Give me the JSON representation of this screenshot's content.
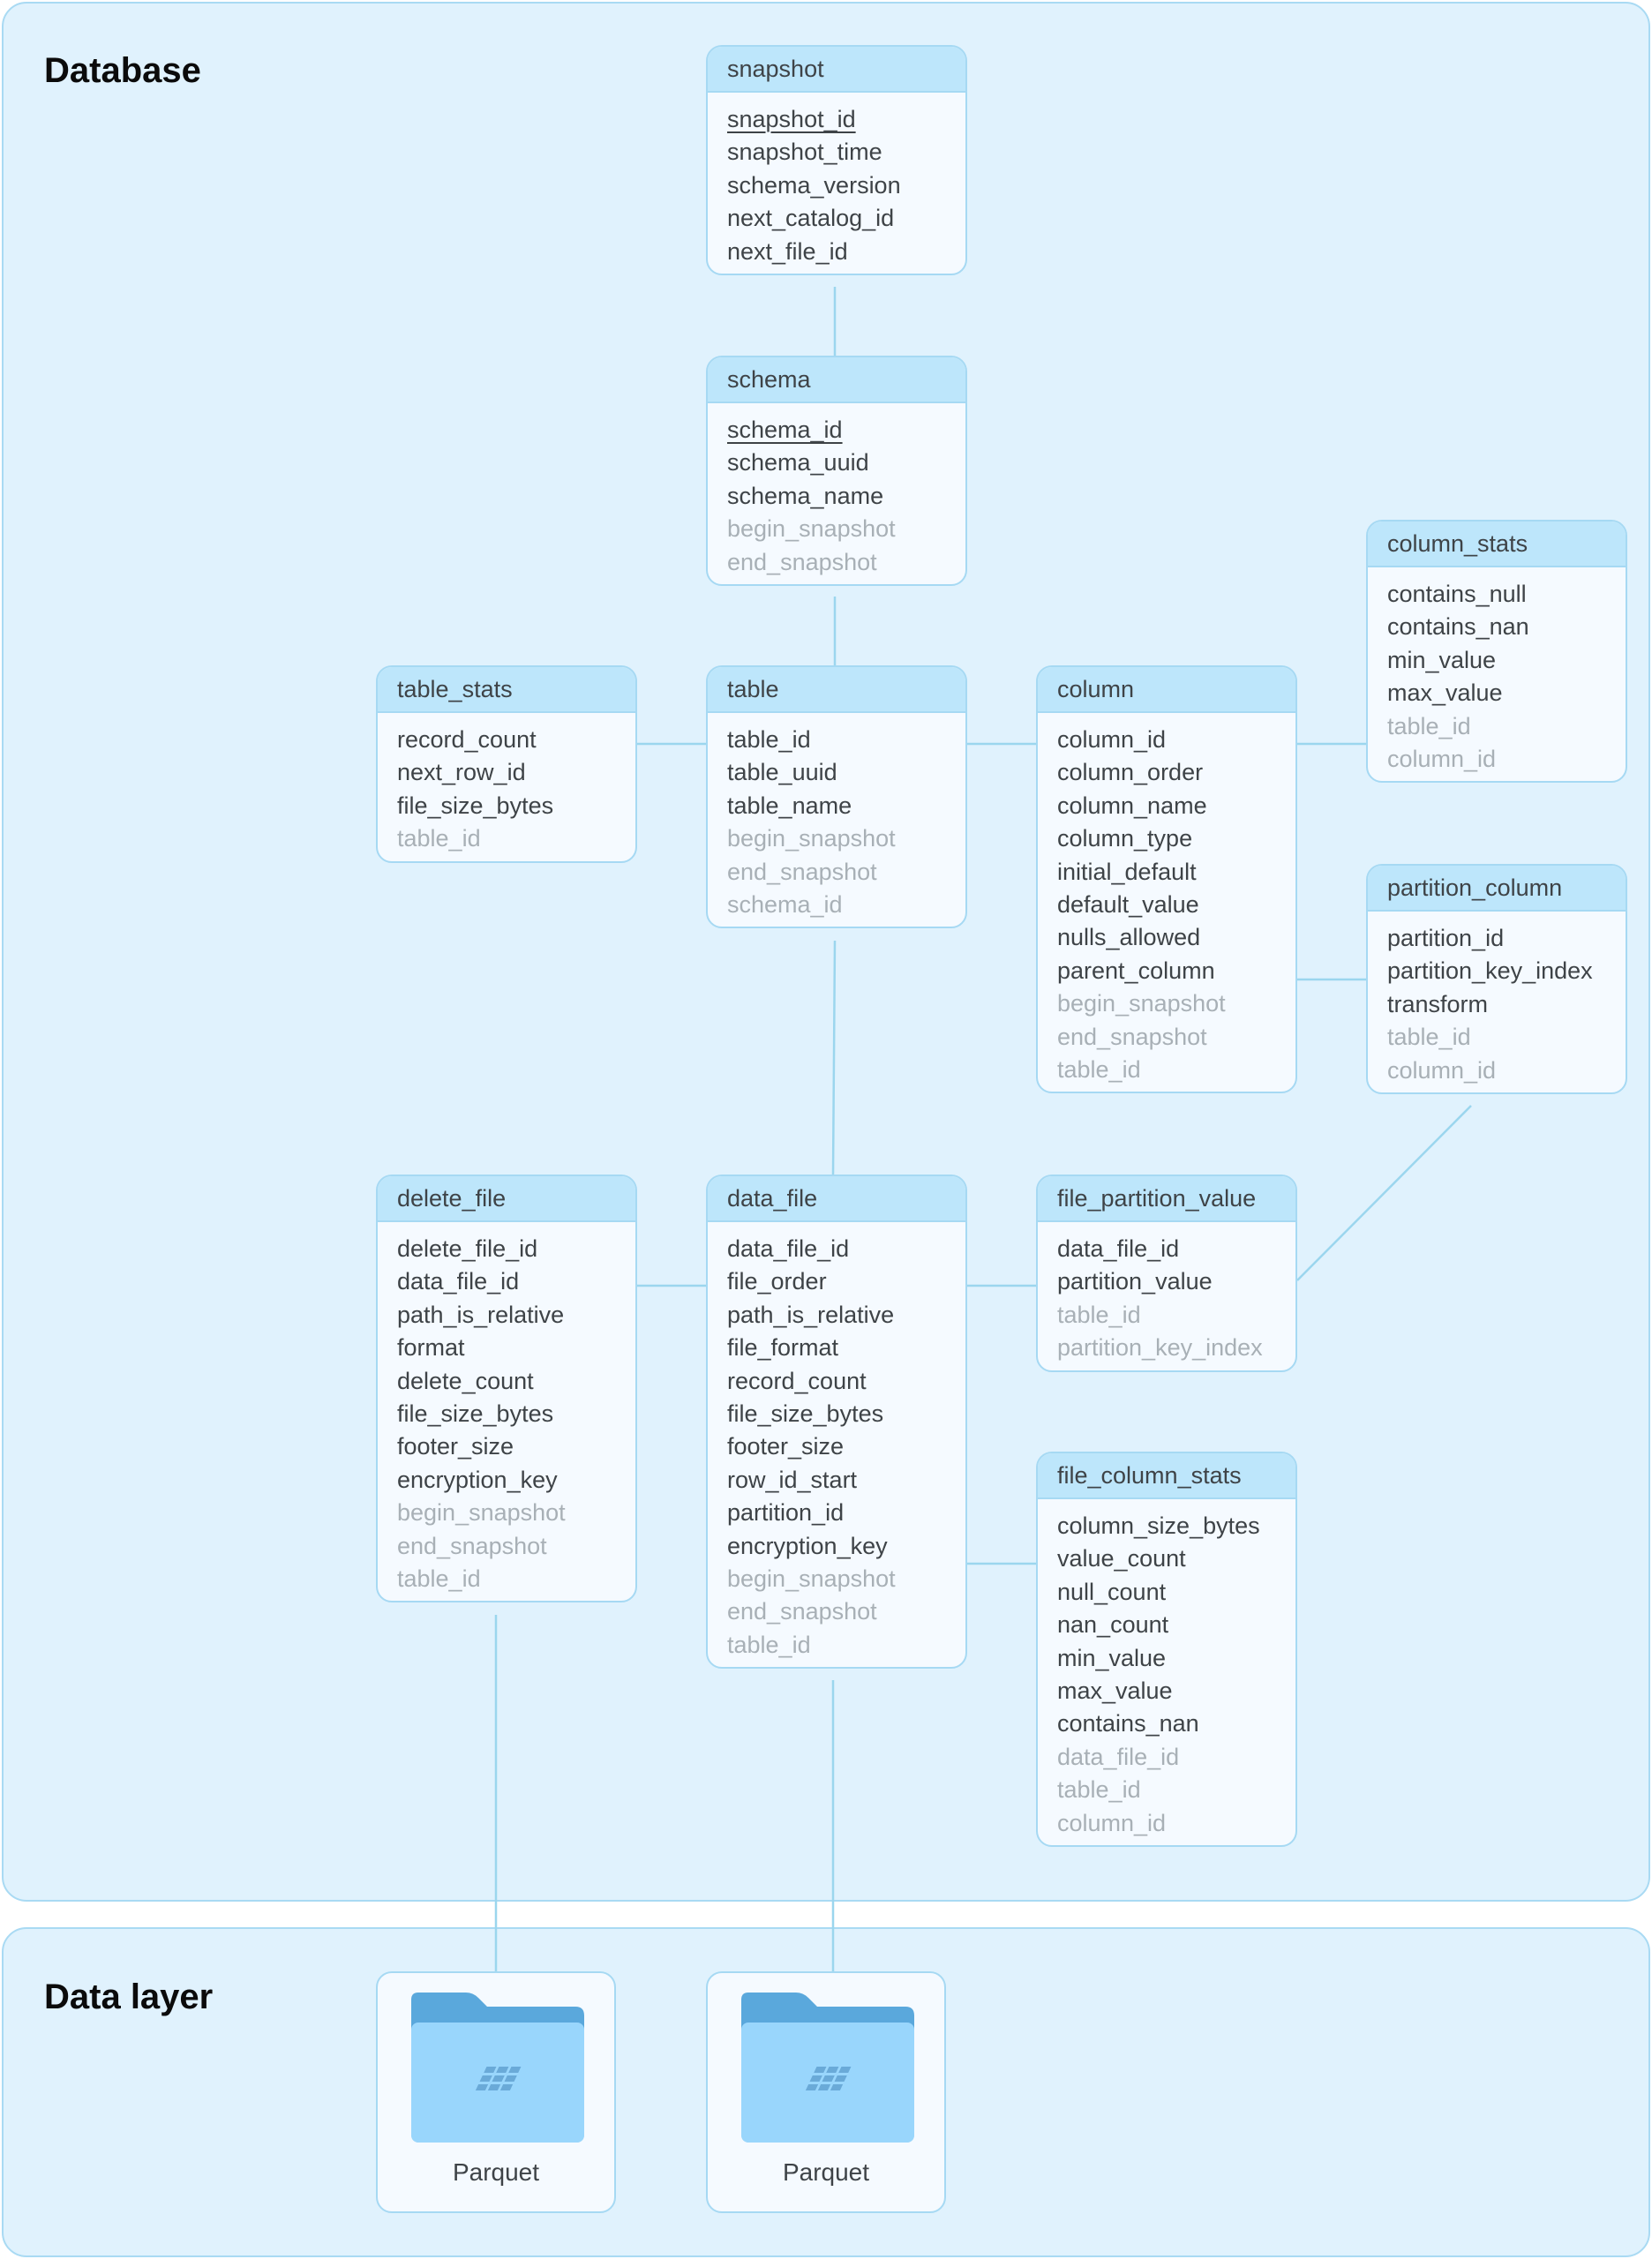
{
  "sections": {
    "database": "Database",
    "data_layer": "Data layer"
  },
  "tables": {
    "snapshot": {
      "name": "snapshot",
      "fields": [
        {
          "name": "snapshot_id",
          "kind": "pk"
        },
        {
          "name": "snapshot_time",
          "kind": "attr"
        },
        {
          "name": "schema_version",
          "kind": "attr"
        },
        {
          "name": "next_catalog_id",
          "kind": "attr"
        },
        {
          "name": "next_file_id",
          "kind": "attr"
        }
      ]
    },
    "schema": {
      "name": "schema",
      "fields": [
        {
          "name": "schema_id",
          "kind": "pk"
        },
        {
          "name": "schema_uuid",
          "kind": "attr"
        },
        {
          "name": "schema_name",
          "kind": "attr"
        },
        {
          "name": "begin_snapshot",
          "kind": "fk"
        },
        {
          "name": "end_snapshot",
          "kind": "fk"
        }
      ]
    },
    "table": {
      "name": "table",
      "fields": [
        {
          "name": "table_id",
          "kind": "attr"
        },
        {
          "name": "table_uuid",
          "kind": "attr"
        },
        {
          "name": "table_name",
          "kind": "attr"
        },
        {
          "name": "begin_snapshot",
          "kind": "fk"
        },
        {
          "name": "end_snapshot",
          "kind": "fk"
        },
        {
          "name": "schema_id",
          "kind": "fk"
        }
      ]
    },
    "table_stats": {
      "name": "table_stats",
      "fields": [
        {
          "name": "record_count",
          "kind": "attr"
        },
        {
          "name": "next_row_id",
          "kind": "attr"
        },
        {
          "name": "file_size_bytes",
          "kind": "attr"
        },
        {
          "name": "table_id",
          "kind": "fk"
        }
      ]
    },
    "column": {
      "name": "column",
      "fields": [
        {
          "name": "column_id",
          "kind": "attr"
        },
        {
          "name": "column_order",
          "kind": "attr"
        },
        {
          "name": "column_name",
          "kind": "attr"
        },
        {
          "name": "column_type",
          "kind": "attr"
        },
        {
          "name": "initial_default",
          "kind": "attr"
        },
        {
          "name": "default_value",
          "kind": "attr"
        },
        {
          "name": "nulls_allowed",
          "kind": "attr"
        },
        {
          "name": "parent_column",
          "kind": "attr"
        },
        {
          "name": "begin_snapshot",
          "kind": "fk"
        },
        {
          "name": "end_snapshot",
          "kind": "fk"
        },
        {
          "name": "table_id",
          "kind": "fk"
        }
      ]
    },
    "column_stats": {
      "name": "column_stats",
      "fields": [
        {
          "name": "contains_null",
          "kind": "attr"
        },
        {
          "name": "contains_nan",
          "kind": "attr"
        },
        {
          "name": "min_value",
          "kind": "attr"
        },
        {
          "name": "max_value",
          "kind": "attr"
        },
        {
          "name": "table_id",
          "kind": "fk"
        },
        {
          "name": "column_id",
          "kind": "fk"
        }
      ]
    },
    "partition_column": {
      "name": "partition_column",
      "fields": [
        {
          "name": "partition_id",
          "kind": "attr"
        },
        {
          "name": "partition_key_index",
          "kind": "attr"
        },
        {
          "name": "transform",
          "kind": "attr"
        },
        {
          "name": "table_id",
          "kind": "fk"
        },
        {
          "name": "column_id",
          "kind": "fk"
        }
      ]
    },
    "delete_file": {
      "name": "delete_file",
      "fields": [
        {
          "name": "delete_file_id",
          "kind": "attr"
        },
        {
          "name": "data_file_id",
          "kind": "attr"
        },
        {
          "name": "path_is_relative",
          "kind": "attr"
        },
        {
          "name": "format",
          "kind": "attr"
        },
        {
          "name": "delete_count",
          "kind": "attr"
        },
        {
          "name": "file_size_bytes",
          "kind": "attr"
        },
        {
          "name": "footer_size",
          "kind": "attr"
        },
        {
          "name": "encryption_key",
          "kind": "attr"
        },
        {
          "name": "begin_snapshot",
          "kind": "fk"
        },
        {
          "name": "end_snapshot",
          "kind": "fk"
        },
        {
          "name": "table_id",
          "kind": "fk"
        }
      ]
    },
    "data_file": {
      "name": "data_file",
      "fields": [
        {
          "name": "data_file_id",
          "kind": "attr"
        },
        {
          "name": "file_order",
          "kind": "attr"
        },
        {
          "name": "path_is_relative",
          "kind": "attr"
        },
        {
          "name": "file_format",
          "kind": "attr"
        },
        {
          "name": "record_count",
          "kind": "attr"
        },
        {
          "name": "file_size_bytes",
          "kind": "attr"
        },
        {
          "name": "footer_size",
          "kind": "attr"
        },
        {
          "name": "row_id_start",
          "kind": "attr"
        },
        {
          "name": "partition_id",
          "kind": "attr"
        },
        {
          "name": "encryption_key",
          "kind": "attr"
        },
        {
          "name": "begin_snapshot",
          "kind": "fk"
        },
        {
          "name": "end_snapshot",
          "kind": "fk"
        },
        {
          "name": "table_id",
          "kind": "fk"
        }
      ]
    },
    "file_partition_value": {
      "name": "file_partition_value",
      "fields": [
        {
          "name": "data_file_id",
          "kind": "attr"
        },
        {
          "name": "partition_value",
          "kind": "attr"
        },
        {
          "name": "table_id",
          "kind": "fk"
        },
        {
          "name": "partition_key_index",
          "kind": "fk"
        }
      ]
    },
    "file_column_stats": {
      "name": "file_column_stats",
      "fields": [
        {
          "name": "column_size_bytes",
          "kind": "attr"
        },
        {
          "name": "value_count",
          "kind": "attr"
        },
        {
          "name": "null_count",
          "kind": "attr"
        },
        {
          "name": "nan_count",
          "kind": "attr"
        },
        {
          "name": "min_value",
          "kind": "attr"
        },
        {
          "name": "max_value",
          "kind": "attr"
        },
        {
          "name": "contains_nan",
          "kind": "attr"
        },
        {
          "name": "data_file_id",
          "kind": "fk"
        },
        {
          "name": "table_id",
          "kind": "fk"
        },
        {
          "name": "column_id",
          "kind": "fk"
        }
      ]
    }
  },
  "files": [
    {
      "label": "Parquet",
      "icon": "folder-icon"
    },
    {
      "label": "Parquet",
      "icon": "folder-icon"
    }
  ],
  "colors": {
    "section_bg": "#e0f2fd",
    "border": "#a6d9f3",
    "header_bg": "#bde6fb",
    "connector": "#9bd6ee",
    "text": "#3e4347",
    "fk_text": "#a8b0b6"
  }
}
